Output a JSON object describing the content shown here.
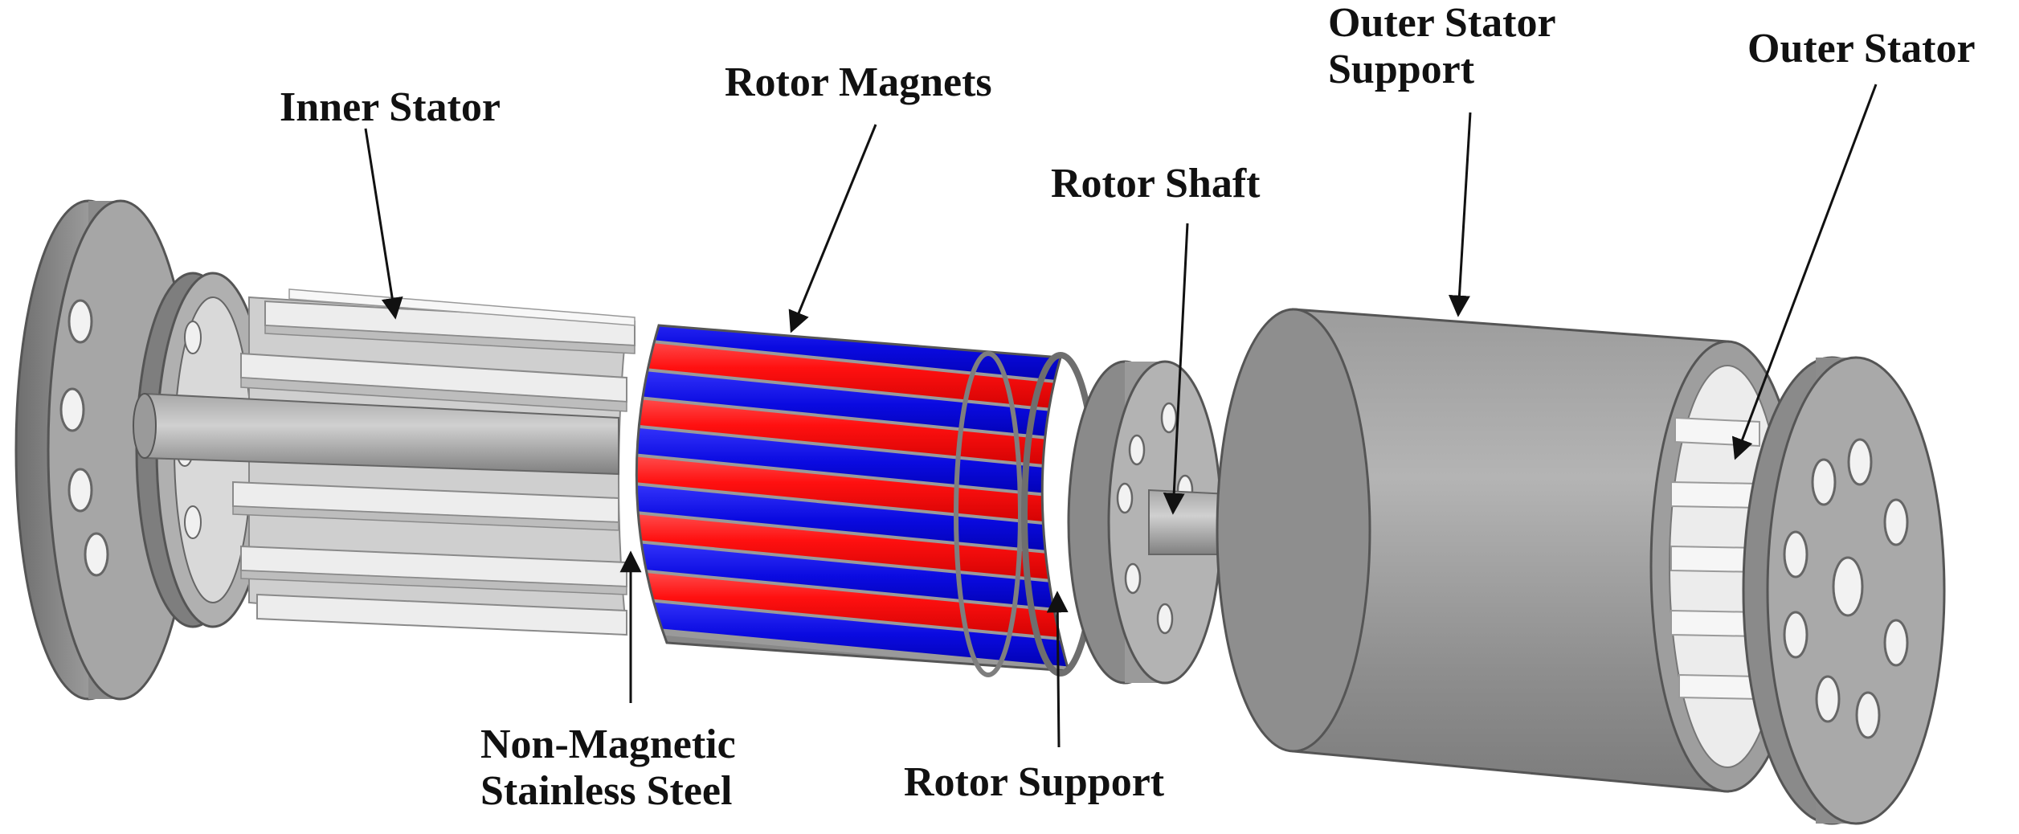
{
  "labels": {
    "inner_stator": "Inner Stator",
    "rotor_magnets": "Rotor Magnets",
    "rotor_shaft": "Rotor Shaft",
    "outer_stator_support": [
      "Outer Stator",
      "Support"
    ],
    "outer_stator": "Outer Stator",
    "non_magnetic_stainless_steel": [
      "Non-Magnetic",
      "Stainless Steel"
    ],
    "rotor_support": "Rotor Support"
  },
  "colors": {
    "magnet_north": "#ff0000",
    "magnet_south": "#0a0ad8",
    "steel_grey": "#8a8a8a",
    "stator_light": "#e6e6e6"
  }
}
